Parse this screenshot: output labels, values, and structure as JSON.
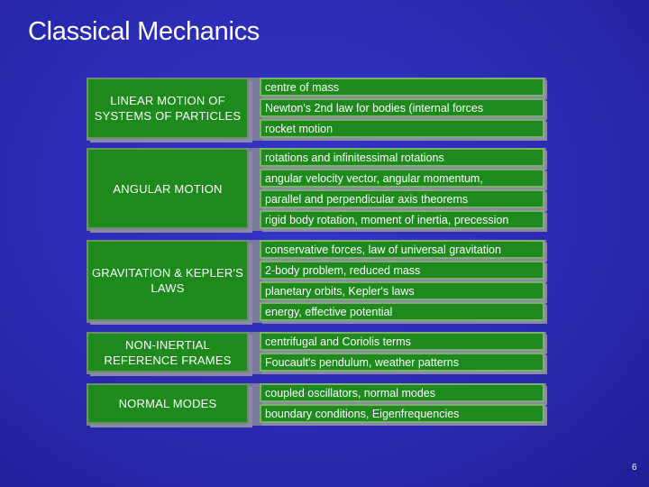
{
  "slide": {
    "title": "Classical Mechanics",
    "page_number": "6"
  },
  "groups": [
    {
      "topic": "LINEAR MOTION OF SYSTEMS OF PARTICLES",
      "items": [
        "centre of mass",
        "Newton's 2nd law for bodies (internal forces",
        "rocket motion"
      ]
    },
    {
      "topic": "ANGULAR MOTION",
      "items": [
        "rotations and infinitessimal rotations",
        "angular velocity vector, angular momentum,",
        "parallel and perpendicular axis theorems",
        "rigid body rotation, moment of inertia, precession"
      ]
    },
    {
      "topic": "GRAVITATION & KEPLER'S LAWS",
      "items": [
        "conservative forces, law of universal gravitation",
        "2-body problem, reduced mass",
        "planetary orbits, Kepler's laws",
        "energy, effective potential"
      ]
    },
    {
      "topic": "NON-INERTIAL REFERENCE FRAMES",
      "items": [
        "centrifugal and Coriolis terms",
        "Foucault's pendulum, weather patterns"
      ]
    },
    {
      "topic": "NORMAL MODES",
      "items": [
        "coupled oscillators, normal modes",
        "boundary conditions, Eigenfrequencies"
      ]
    }
  ]
}
